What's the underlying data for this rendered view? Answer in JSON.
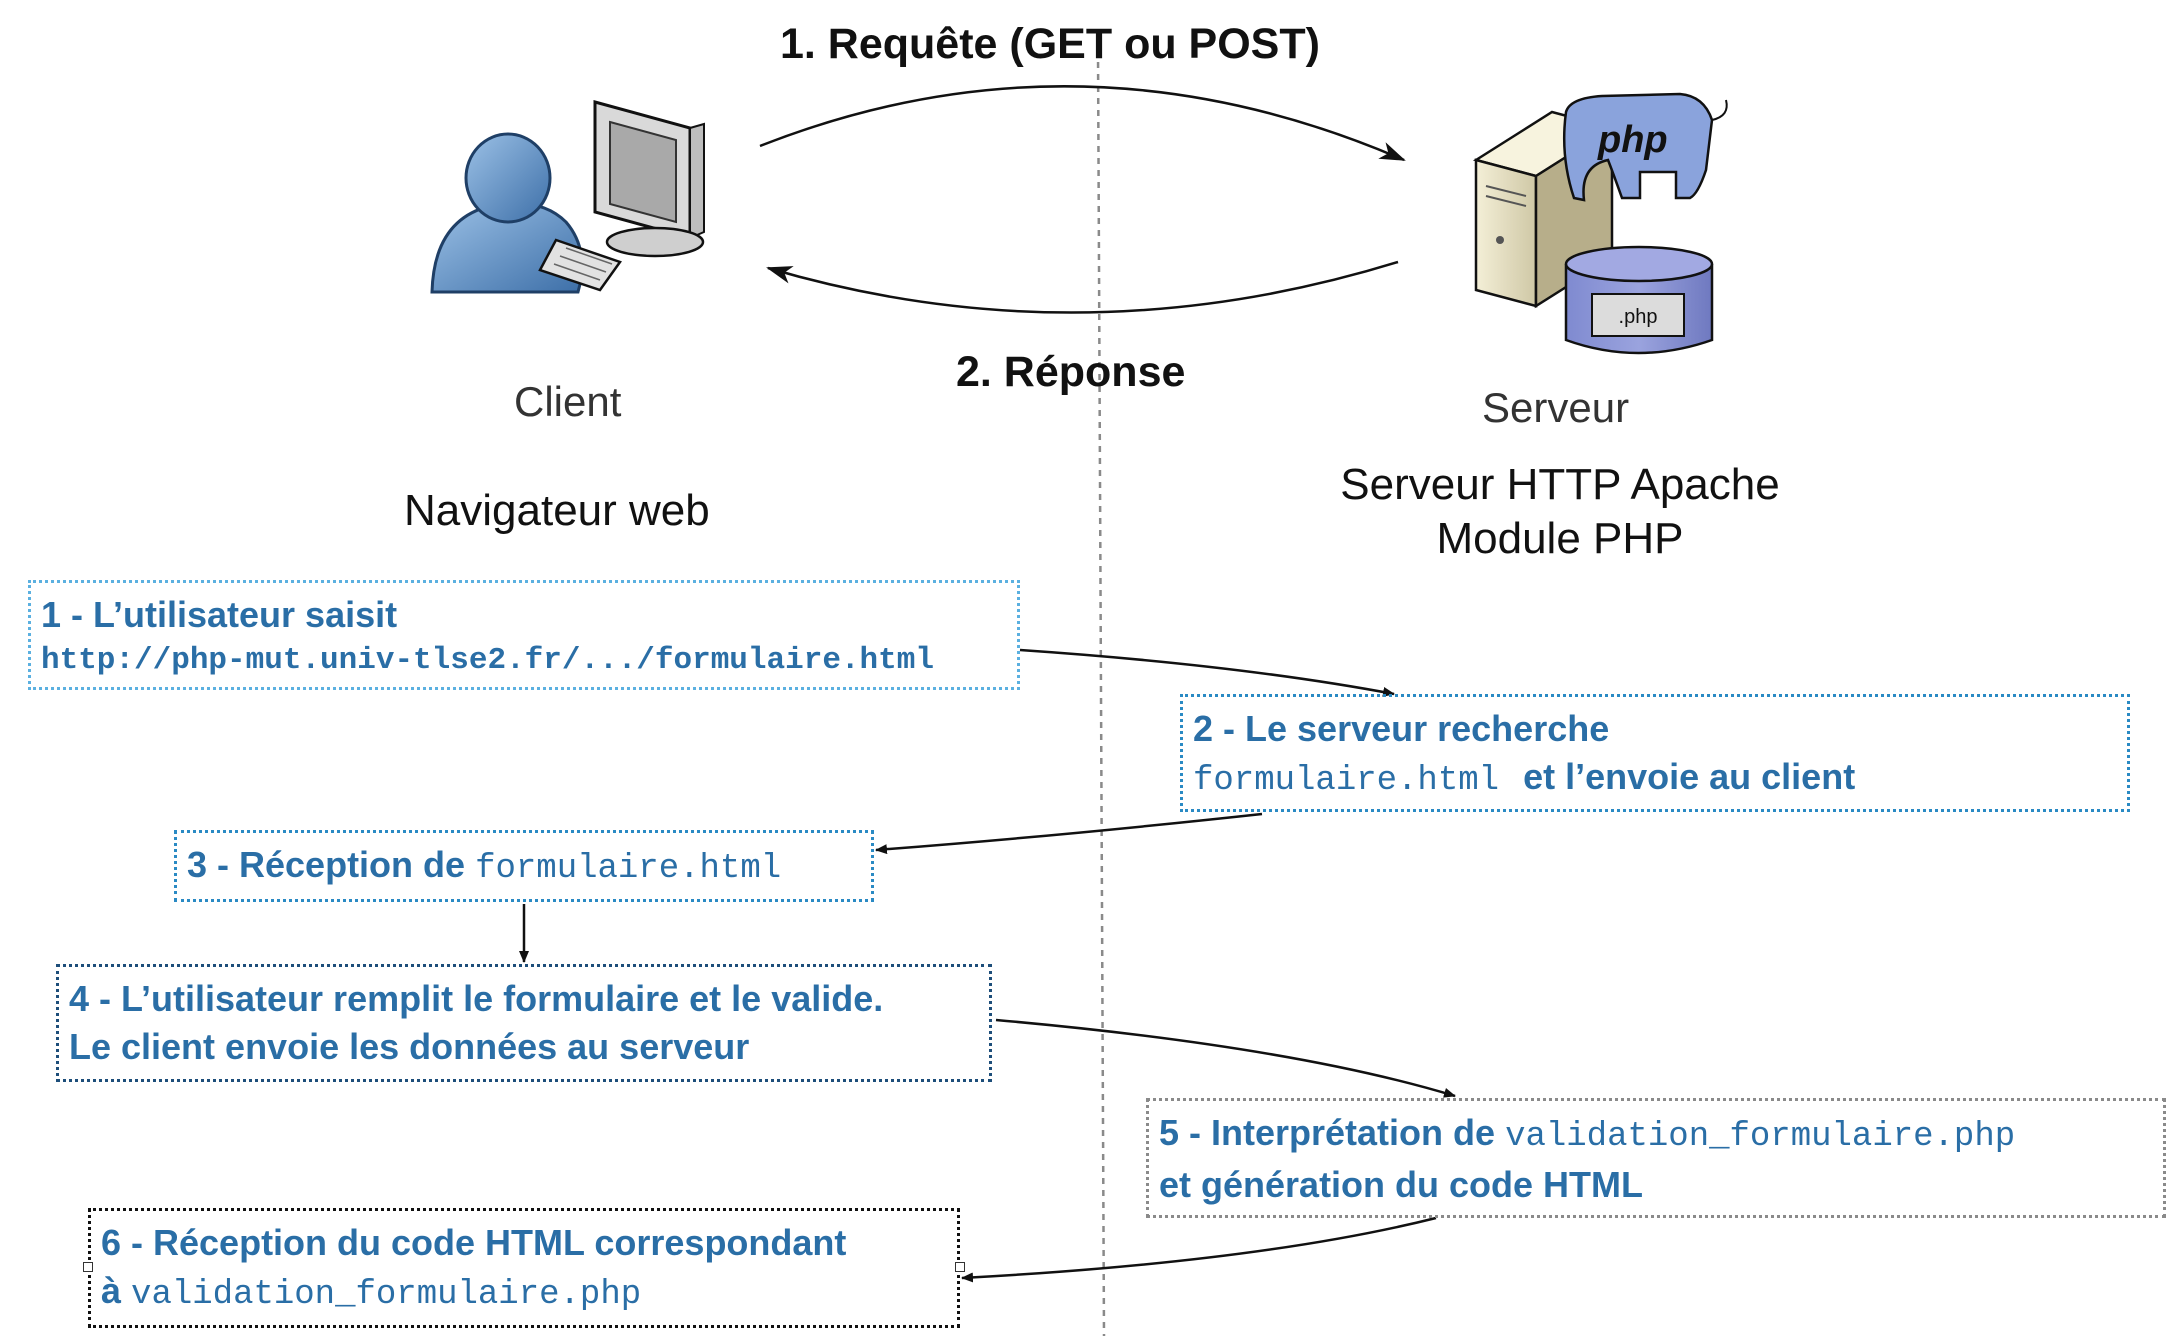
{
  "title_request": "1. Requête (GET ou POST)",
  "title_response": "2. Réponse",
  "client": {
    "icon_caption": "Client",
    "label": "Navigateur web"
  },
  "server": {
    "icon_caption": "Serveur",
    "label_line1": "Serveur HTTP Apache",
    "label_line2": "Module PHP",
    "php_logo_text": "php",
    "file_tag": ".php"
  },
  "steps": [
    {
      "line1": "1 - L’utilisateur saisit",
      "url": "http://php-mut.univ-tlse2.fr/.../formulaire.html"
    },
    {
      "line1": "2 - Le serveur recherche",
      "code": "formulaire.html",
      "line2_rest": "et l’envoie au client"
    },
    {
      "text": "3 - Réception de",
      "code": "formulaire.html"
    },
    {
      "line1": "4 - L’utilisateur remplit le formulaire et le valide.",
      "line2": "Le client envoie les données au serveur"
    },
    {
      "text": "5 - Interprétation de",
      "code": "validation_formulaire.php",
      "line2": "et génération du code HTML"
    },
    {
      "line1": "6 - Réception du code HTML correspondant",
      "prefix": "à",
      "code": "validation_formulaire.php"
    }
  ],
  "colors": {
    "step_text": "#2a6ea6",
    "border_light": "#5bb0e0",
    "border_mid": "#2a8ac4",
    "border_dark": "#1d4e7a",
    "border_gray": "#8a8a8a",
    "border_black": "#111111"
  }
}
